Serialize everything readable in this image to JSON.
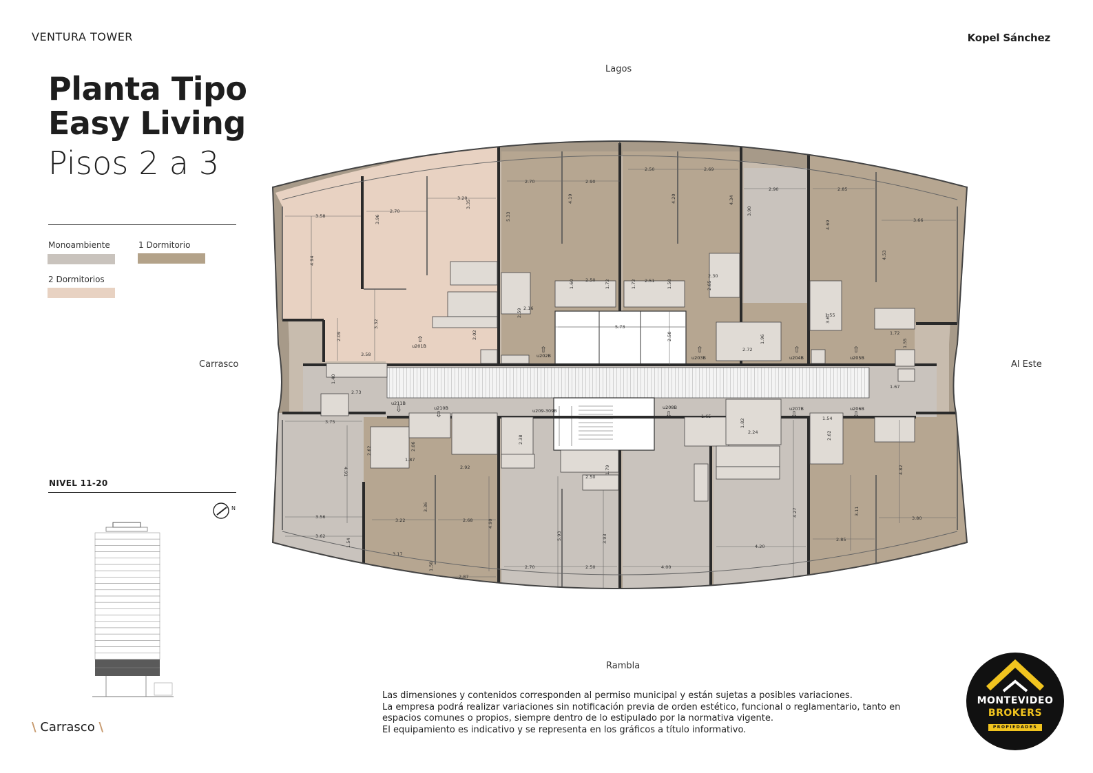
{
  "header": {
    "brand_left": "VENTURA TOWER",
    "brand_right": "Kopel Sánchez"
  },
  "title": {
    "line1": "Planta Tipo",
    "line2": "Easy Living",
    "line3": "Pisos 2 a 3"
  },
  "legend": [
    {
      "label": "Monoambiente",
      "color": "#c9c3bd"
    },
    {
      "label": "1 Dormitorio",
      "color": "#b3a289"
    },
    {
      "label": "2 Dormitorios",
      "color": "#e8d2c2"
    }
  ],
  "level": "NIVEL 11-20",
  "orientation": {
    "north": "Lagos",
    "south": "Rambla",
    "west": "Carrasco",
    "east": "Al Este",
    "compass_letter": "N"
  },
  "units": {
    "left_top": "u211B",
    "left_mid": "u201B",
    "c1": "u202B",
    "c2": "u203B",
    "c3": "u204B",
    "c4": "u205B",
    "b1": "u210B",
    "b2": "u209-309B",
    "b3": "u208B",
    "b4": "u207B",
    "b5": "u206B"
  },
  "dimensions": {
    "d1": "3.58",
    "d2": "2.70",
    "d3": "3.20",
    "d4": "3.96",
    "d5": "3.35",
    "d6": "4.94",
    "d7": "3.32",
    "d8": "2.09",
    "d9": "3.58",
    "d10": "2.02",
    "d11": "2.70",
    "d12": "2.90",
    "d13": "5.33",
    "d14": "4.19",
    "d15": "2.50",
    "d16": "2.69",
    "d17": "4.20",
    "d18": "4.34",
    "d19": "2.90",
    "d20": "3.90",
    "d21": "2.85",
    "d22": "3.66",
    "d23": "4.69",
    "d24": "4.53",
    "d25": "5.73",
    "d26": "2.50",
    "d27": "2.16",
    "d28": "2.59",
    "d29": "1.60",
    "d30": "2.50",
    "d31": "1.72",
    "d32": "2.51",
    "d33": "1.58",
    "d34": "2.30",
    "d35": "2.65",
    "d36": "2.72",
    "d37": "1.96",
    "d38": "1.72",
    "d39": "3.61",
    "d40": "1.55",
    "d41": "1.40",
    "d42": "2.73",
    "d43": "3.75",
    "d44": "2.92",
    "d45": "1.87",
    "d46": "2.62",
    "d47": "4.91",
    "d48": "3.56",
    "d49": "3.62",
    "d50": "1.54",
    "d51": "3.22",
    "d52": "3.36",
    "d53": "2.68",
    "d54": "4.90",
    "d55": "3.17",
    "d56": "2.87",
    "d57": "1.50",
    "d58": "2.70",
    "d59": "2.50",
    "d60": "5.93",
    "d61": "3.93",
    "d62": "4.00",
    "d63": "4.27",
    "d64": "4.20",
    "d65": "3.11",
    "d66": "2.85",
    "d67": "3.80",
    "d68": "4.82",
    "d69": "1.67",
    "d70": "1.54",
    "d71": "2.62",
    "d72": "1.65",
    "d73": "2.24",
    "d74": "1.79",
    "d75": "2.50",
    "d76": "2.38",
    "d77": "2.06",
    "d78": "1.82"
  },
  "district": {
    "slash_left": "\\",
    "name": "Carrasco",
    "slash_right": "\\"
  },
  "disclaimer": [
    "Las dimensiones y contenidos corresponden al permiso municipal y están sujetas a posibles variaciones.",
    "La empresa podrá realizar variaciones sin notificación previa de orden estético, funcional o reglamentario, tanto en",
    "espacios comunes o propios, siempre dentro de lo  estipulado por la normativa vigente.",
    "El equipamiento es indicativo y se representa en los gráficos a título informativo."
  ],
  "badge": {
    "line1": "MONTEVIDEO",
    "line2": "BROKERS",
    "line3": "PROPIEDADES"
  }
}
